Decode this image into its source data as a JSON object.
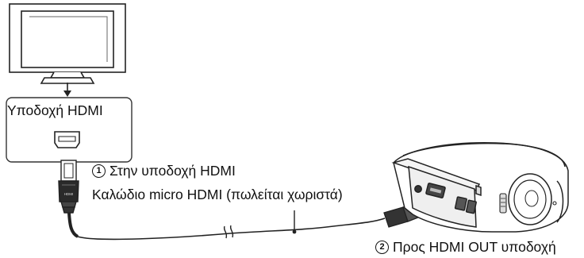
{
  "port_label": "Υποδοχή HDMI",
  "step1": {
    "number": "1",
    "text": "Στην υποδοχή HDMI"
  },
  "cable_label": "Καλώδιο micro HDMI (πωλείται χωριστά)",
  "step2": {
    "number": "2",
    "text": "Προς HDMI OUT υποδοχή"
  },
  "plug_marking": "HDMI",
  "icons": [
    "tv-icon",
    "hdmi-port-icon",
    "hdmi-plug-icon",
    "micro-hdmi-plug-icon",
    "action-camera-icon"
  ]
}
